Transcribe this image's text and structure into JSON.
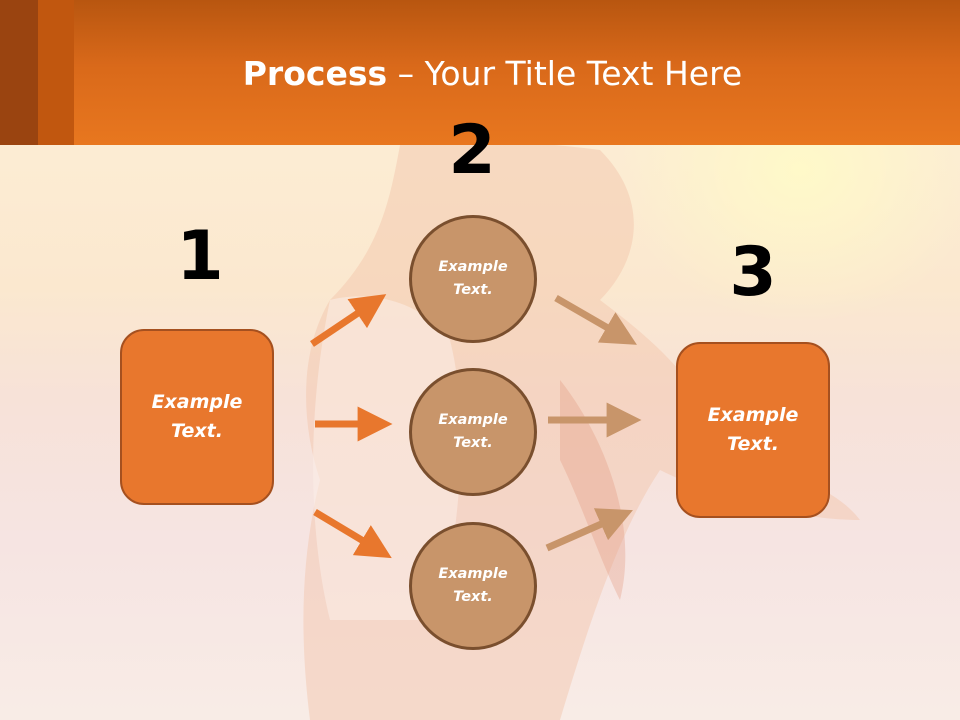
{
  "title": {
    "bold": "Process",
    "rest": " – Your Title Text Here"
  },
  "steps": {
    "one": {
      "number": "1",
      "text": "Example Text."
    },
    "two": {
      "number": "2",
      "circles": [
        {
          "text": "Example Text."
        },
        {
          "text": "Example Text."
        },
        {
          "text": "Example Text."
        }
      ]
    },
    "three": {
      "number": "3",
      "text": "Example Text."
    }
  },
  "colors": {
    "header": "#e8771f",
    "box_fill": "#e8772d",
    "circle_fill": "#c8956a",
    "arrow_orange": "#e8772d",
    "arrow_tan": "#c8956a"
  }
}
